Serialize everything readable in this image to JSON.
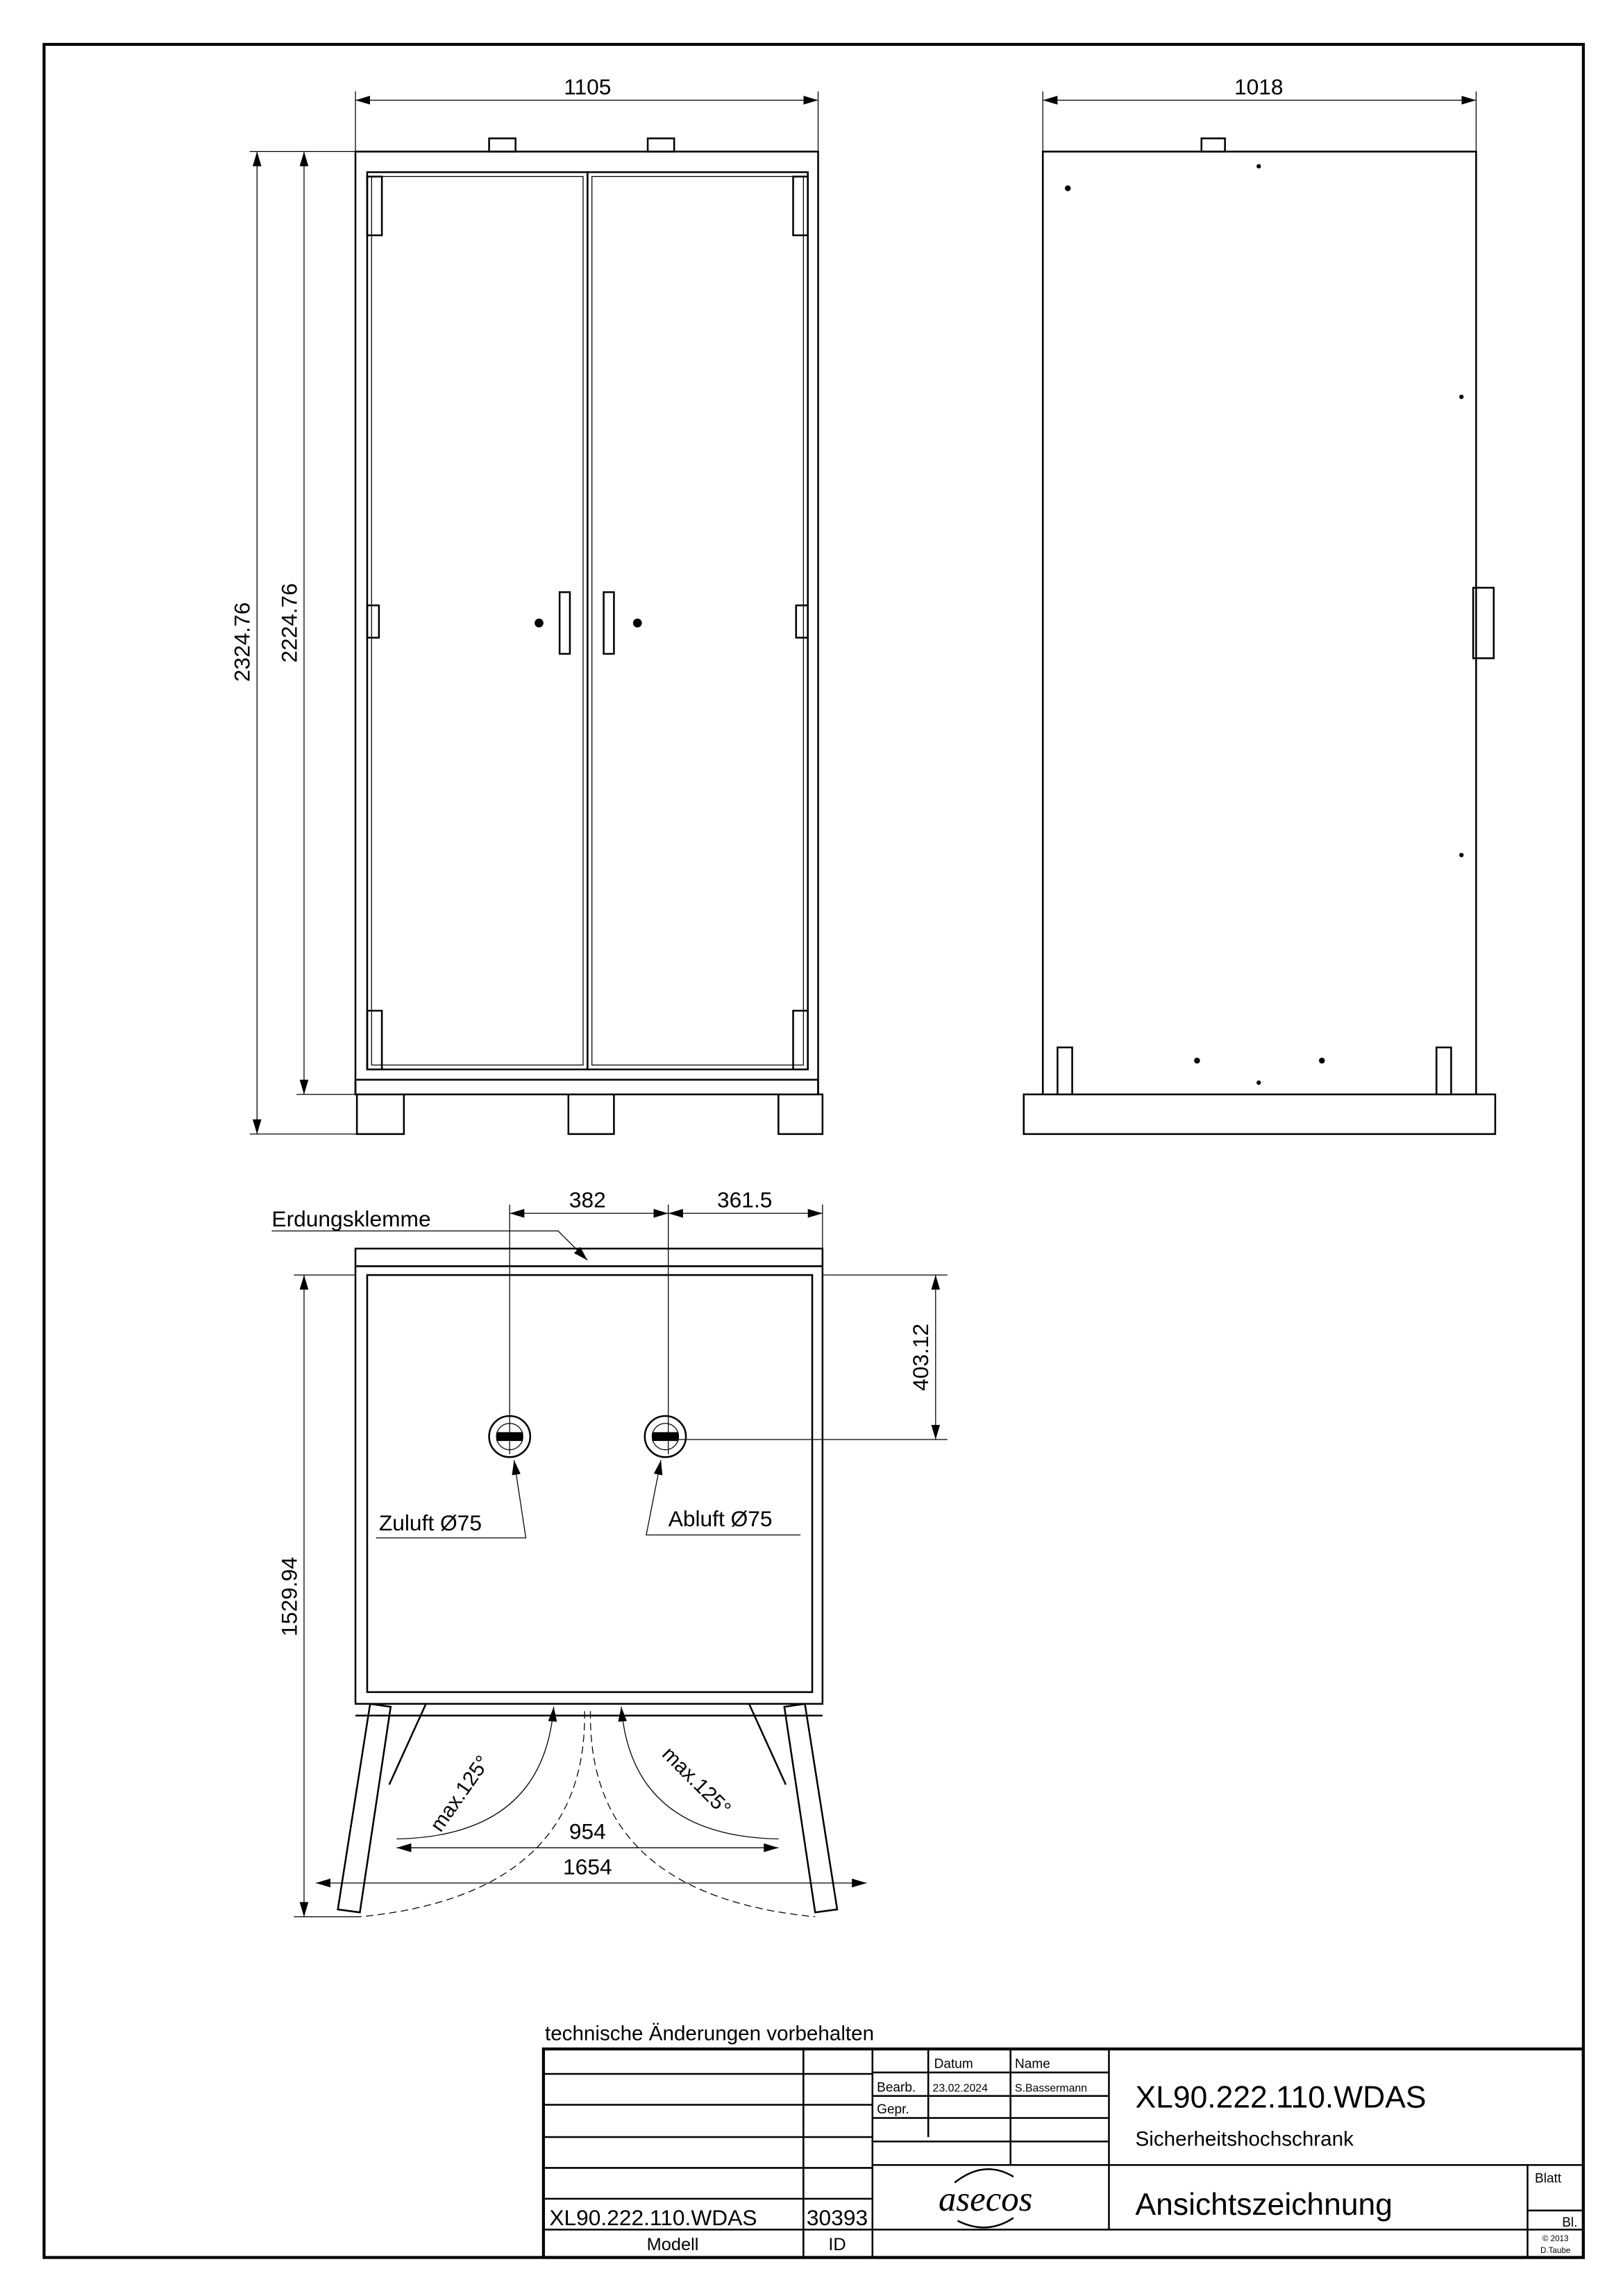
{
  "front_view": {
    "width_dim": "1105",
    "height_total_dim": "2324.76",
    "height_body_dim": "2224.76"
  },
  "side_view": {
    "depth_dim": "1018"
  },
  "top_view": {
    "ground_terminal_label": "Erdungsklemme",
    "dim_1": "382",
    "dim_2": "361.5",
    "dim_vent_offset": "403.12",
    "dim_depth_open": "1529.94",
    "supply_label": "Zuluft Ø75",
    "exhaust_label": "Abluft Ø75",
    "angle_left": "max.125°",
    "angle_right": "max.125°",
    "dim_inner": "954",
    "dim_outer": "1654"
  },
  "note": "technische Änderungen vorbehalten",
  "title_block": {
    "col_datum": "Datum",
    "col_name": "Name",
    "row_bearb": "Bearb.",
    "bearb_date": "23.02.2024",
    "bearb_name": "S.Bassermann",
    "row_gepr": "Gepr.",
    "drawing_number": "XL90.222.110.WDAS",
    "product_name": "Sicherheitshochschrank",
    "logo": "asecos",
    "drawing_type": "Ansichtszeichnung",
    "blatt_label": "Blatt",
    "bl_label": "Bl.",
    "copyright_line1": "© 2013",
    "copyright_line2": "D.Taube",
    "model_value": "XL90.222.110.WDAS",
    "id_value": "30393",
    "model_label": "Modell",
    "id_label": "ID"
  }
}
